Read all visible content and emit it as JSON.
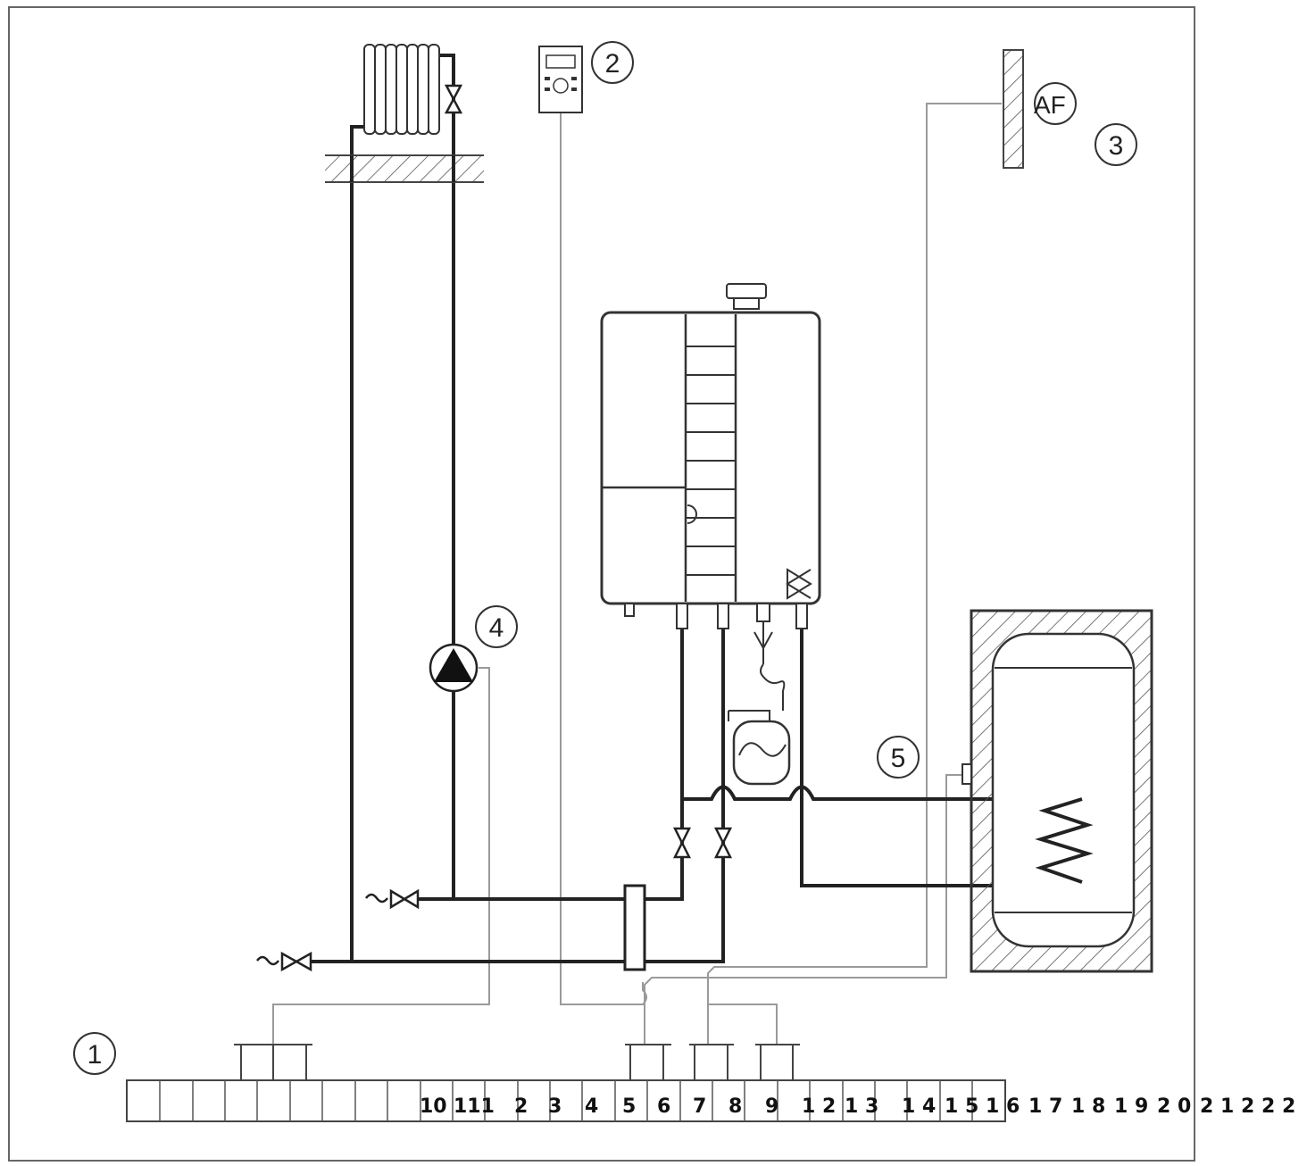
{
  "callouts": {
    "c1": "1",
    "c2": "2",
    "c3": "3",
    "c4": "4",
    "c5": "5",
    "outdoor_sensor": "AF"
  },
  "terminal_labels": [
    "10",
    "111",
    "2",
    "3",
    "4",
    "5",
    "6",
    "7",
    "8",
    "9",
    "1 2",
    "1 3",
    "1 4",
    "1 5",
    "1 6",
    "1 7",
    "1 8",
    "1 9",
    "2 0",
    "2 1",
    "2 2",
    "2"
  ],
  "colors": {
    "pipe": "#222222",
    "signal_wire": "#9a9a9a",
    "hatch": "#555555",
    "frame": "#555555"
  }
}
